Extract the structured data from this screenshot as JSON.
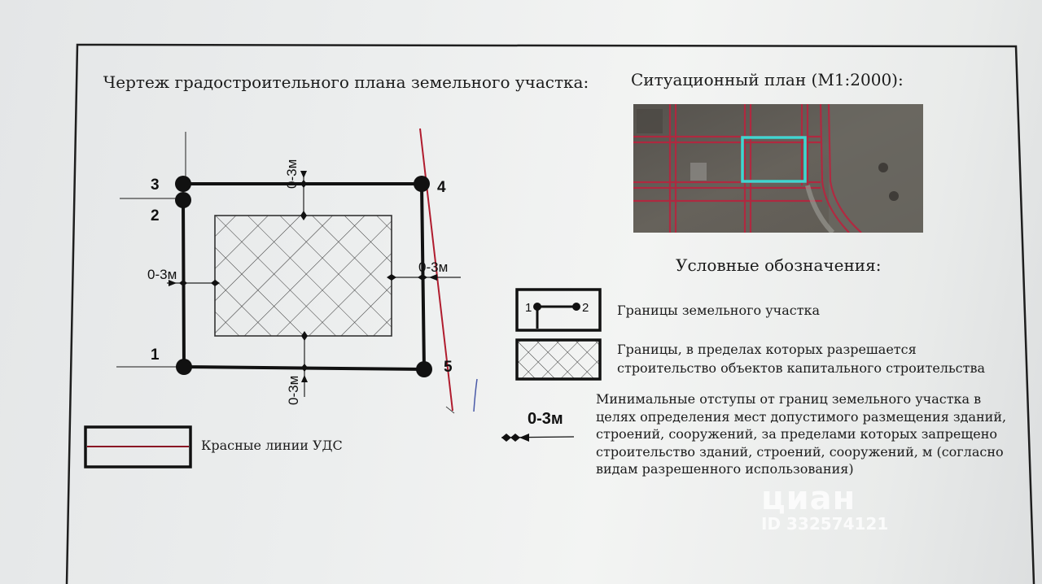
{
  "drawing": {
    "title": "Чертеж градостроительного плана земельного участка:",
    "points": {
      "p1": "1",
      "p2": "2",
      "p3": "3",
      "p4": "4",
      "p5": "5"
    },
    "setbacks": {
      "top": "0-3м",
      "left": "0-3м",
      "right": "0-3м",
      "bottom": "0-3м"
    }
  },
  "situation_plan": {
    "title": "Ситуационный план (М1:2000):",
    "colors": {
      "red_lines": "#b8243e",
      "plot_outline": "#3fd6d0",
      "background": "#5a5650"
    }
  },
  "legend": {
    "title": "Условные обозначения:",
    "boundary_label": "Границы земельного участка",
    "boundary_icon_p1": "1",
    "boundary_icon_p2": "2",
    "buildable_label": "Границы, в пределах которых разрешается строительство объектов капитального строительства",
    "setback_icon_label": "0-3м",
    "setback_label": "Минимальные отступы от границ земельного участка в целях определения мест допустимого размещения зданий, строений, сооружений, за пределами которых запрещено строительство зданий, строений, сооружений, м (согласно видам разрешенного использования)",
    "red_lines_label": "Красные линии УДС"
  },
  "watermark": {
    "brand": "циан",
    "id": "ID 332574121"
  }
}
